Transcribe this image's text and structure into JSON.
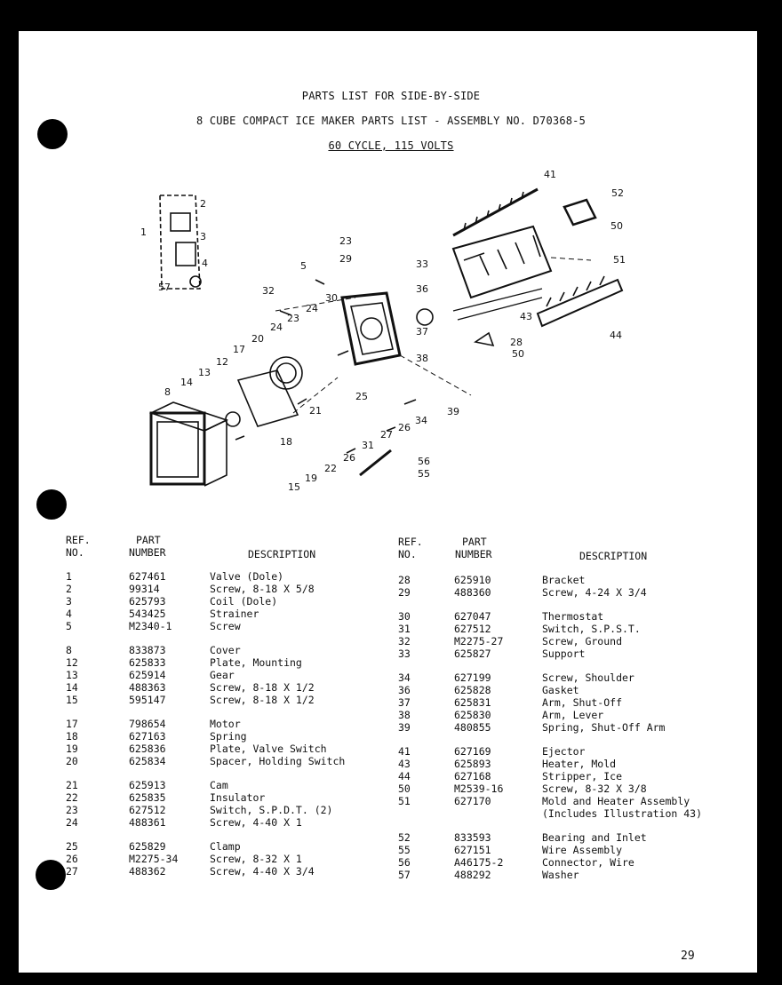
{
  "header": {
    "title": "PARTS LIST FOR SIDE-BY-SIDE",
    "subtitle": "8 CUBE COMPACT ICE MAKER PARTS LIST - ASSEMBLY NO. D70368-5",
    "cycle": "60 CYCLE, 115 VOLTS"
  },
  "diagram": {
    "callouts": [
      "1",
      "2",
      "3",
      "4",
      "5",
      "8",
      "12",
      "13",
      "14",
      "15",
      "17",
      "18",
      "19",
      "20",
      "21",
      "22",
      "23",
      "23",
      "24",
      "24",
      "25",
      "26",
      "26",
      "27",
      "28",
      "29",
      "30",
      "31",
      "32",
      "33",
      "34",
      "36",
      "37",
      "38",
      "39",
      "41",
      "43",
      "44",
      "50",
      "50",
      "51",
      "52",
      "55",
      "56",
      "57"
    ]
  },
  "columns": {
    "ref_line1": "REF.",
    "ref_line2": "NO.",
    "part_line1": "PART",
    "part_line2": "NUMBER",
    "description": "DESCRIPTION"
  },
  "left_table": [
    {
      "ref": "1",
      "part": "627461",
      "desc": "Valve (Dole)"
    },
    {
      "ref": "2",
      "part": "99314",
      "desc": "Screw, 8-18 X 5/8"
    },
    {
      "ref": "3",
      "part": "625793",
      "desc": "Coil (Dole)"
    },
    {
      "ref": "4",
      "part": "543425",
      "desc": "Strainer"
    },
    {
      "ref": "5",
      "part": "M2340-1",
      "desc": "Screw"
    },
    {
      "ref": "8",
      "part": "833873",
      "desc": "Cover"
    },
    {
      "ref": "12",
      "part": "625833",
      "desc": "Plate, Mounting"
    },
    {
      "ref": "13",
      "part": "625914",
      "desc": "Gear"
    },
    {
      "ref": "14",
      "part": "488363",
      "desc": "Screw, 8-18 X 1/2"
    },
    {
      "ref": "15",
      "part": "595147",
      "desc": "Screw, 8-18 X 1/2"
    },
    {
      "ref": "17",
      "part": "798654",
      "desc": "Motor"
    },
    {
      "ref": "18",
      "part": "627163",
      "desc": "Spring"
    },
    {
      "ref": "19",
      "part": "625836",
      "desc": "Plate, Valve Switch"
    },
    {
      "ref": "20",
      "part": "625834",
      "desc": "Spacer, Holding Switch"
    },
    {
      "ref": "21",
      "part": "625913",
      "desc": "Cam"
    },
    {
      "ref": "22",
      "part": "625835",
      "desc": "Insulator"
    },
    {
      "ref": "23",
      "part": "627512",
      "desc": "Switch, S.P.D.T. (2)"
    },
    {
      "ref": "24",
      "part": "488361",
      "desc": "Screw, 4-40 X 1"
    },
    {
      "ref": "25",
      "part": "625829",
      "desc": "Clamp"
    },
    {
      "ref": "26",
      "part": "M2275-34",
      "desc": "Screw, 8-32 X 1"
    },
    {
      "ref": "27",
      "part": "488362",
      "desc": "Screw, 4-40 X 3/4"
    }
  ],
  "right_table": [
    {
      "ref": "28",
      "part": "625910",
      "desc": "Bracket"
    },
    {
      "ref": "29",
      "part": "488360",
      "desc": "Screw, 4-24 X 3/4"
    },
    {
      "ref": "30",
      "part": "627047",
      "desc": "Thermostat"
    },
    {
      "ref": "31",
      "part": "627512",
      "desc": "Switch, S.P.S.T."
    },
    {
      "ref": "32",
      "part": "M2275-27",
      "desc": "Screw, Ground"
    },
    {
      "ref": "33",
      "part": "625827",
      "desc": "Support"
    },
    {
      "ref": "34",
      "part": "627199",
      "desc": "Screw, Shoulder"
    },
    {
      "ref": "36",
      "part": "625828",
      "desc": "Gasket"
    },
    {
      "ref": "37",
      "part": "625831",
      "desc": "Arm, Shut-Off"
    },
    {
      "ref": "38",
      "part": "625830",
      "desc": "Arm, Lever"
    },
    {
      "ref": "39",
      "part": "480855",
      "desc": "Spring, Shut-Off Arm"
    },
    {
      "ref": "41",
      "part": "627169",
      "desc": "Ejector"
    },
    {
      "ref": "43",
      "part": "625893",
      "desc": "Heater, Mold"
    },
    {
      "ref": "44",
      "part": "627168",
      "desc": "Stripper, Ice"
    },
    {
      "ref": "50",
      "part": "M2539-16",
      "desc": "Screw, 8-32 X 3/8"
    },
    {
      "ref": "51",
      "part": "627170",
      "desc": "Mold and Heater Assembly"
    },
    {
      "ref": "",
      "part": "",
      "desc": "(Includes Illustration 43)"
    },
    {
      "ref": "52",
      "part": "833593",
      "desc": "Bearing and Inlet"
    },
    {
      "ref": "55",
      "part": "627151",
      "desc": "Wire Assembly"
    },
    {
      "ref": "56",
      "part": "A46175-2",
      "desc": "Connector, Wire"
    },
    {
      "ref": "57",
      "part": "488292",
      "desc": "Washer"
    }
  ],
  "page_number": "29"
}
